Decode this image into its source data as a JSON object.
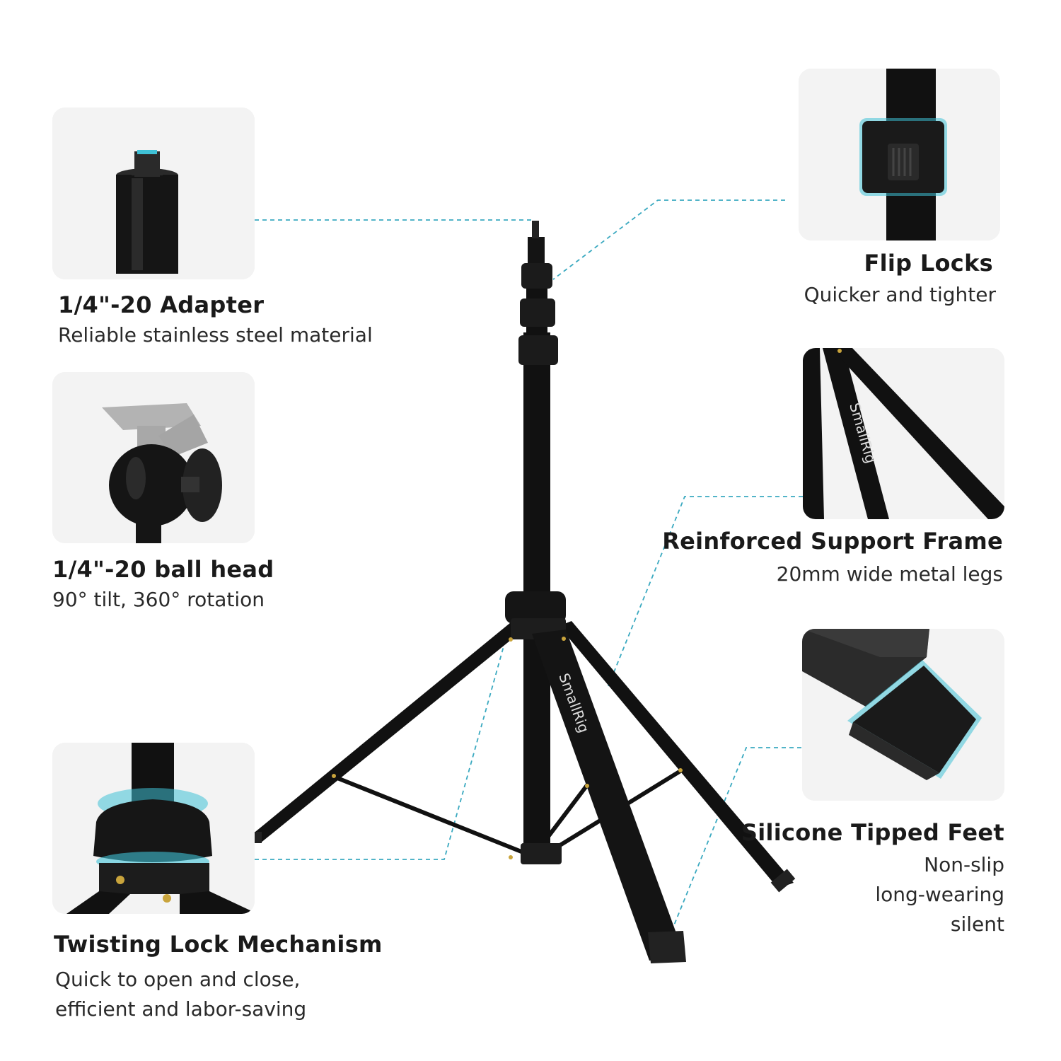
{
  "features": {
    "adapter": {
      "title": "1/4\"-20 Adapter",
      "lines": [
        "Reliable stainless steel material"
      ]
    },
    "ball_head": {
      "title": "1/4\"-20 ball head",
      "lines": [
        "90° tilt, 360° rotation"
      ]
    },
    "twist_lock": {
      "title": "Twisting Lock Mechanism",
      "lines": [
        "Quick to open and close,",
        "efficient and labor-saving"
      ]
    },
    "flip_locks": {
      "title": "Flip Locks",
      "lines": [
        "Quicker and tighter"
      ]
    },
    "support_frame": {
      "title": "Reinforced Support Frame",
      "lines": [
        "20mm wide metal legs"
      ]
    },
    "feet": {
      "title": "Silicone Tipped Feet",
      "lines": [
        "Non-slip",
        "long-wearing",
        "silent"
      ]
    }
  },
  "brand": "SmallRig",
  "colors": {
    "leader_line": "#3aa9c0",
    "card_bg": "#f1f1f1",
    "metal": "#141414",
    "highlight": "#3fc1d6"
  }
}
